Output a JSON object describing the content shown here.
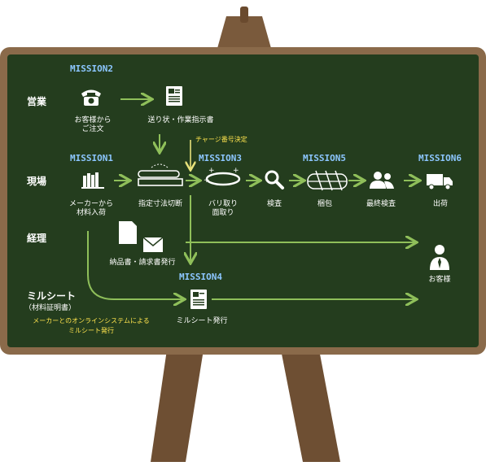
{
  "rows": {
    "sales": "営業",
    "site": "現場",
    "accounting": "経理",
    "millsheet": "ミルシート",
    "millsheet_sub": "（材料証明書）"
  },
  "missions": {
    "m1": "MISSION1",
    "m2": "MISSION2",
    "m3": "MISSION3",
    "m4": "MISSION4",
    "m5": "MISSION5",
    "m6": "MISSION6"
  },
  "steps": {
    "order": "お客様から\nご注文",
    "invoice_send": "送り状・作業指示書",
    "material_in": "メーカーから\n材料入荷",
    "cut": "指定寸法切断",
    "burr": "バリ取り\n面取り",
    "inspect": "検査",
    "pack": "梱包",
    "final_inspect": "最終検査",
    "ship": "出荷",
    "billing": "納品書・請求書発行",
    "millsheet_issue": "ミルシート発行",
    "customer": "お客様"
  },
  "notes": {
    "charge": "チャージ番号決定",
    "online": "メーカーとのオンラインシステムによる\nミルシート発行"
  },
  "colors": {
    "board": "#243d1e",
    "frame": "#8a6a4a",
    "arrow": "#8fbf5a",
    "arrow_yellow": "#e8e27a",
    "mission": "#8cc6ff",
    "note": "#ffe44d"
  }
}
